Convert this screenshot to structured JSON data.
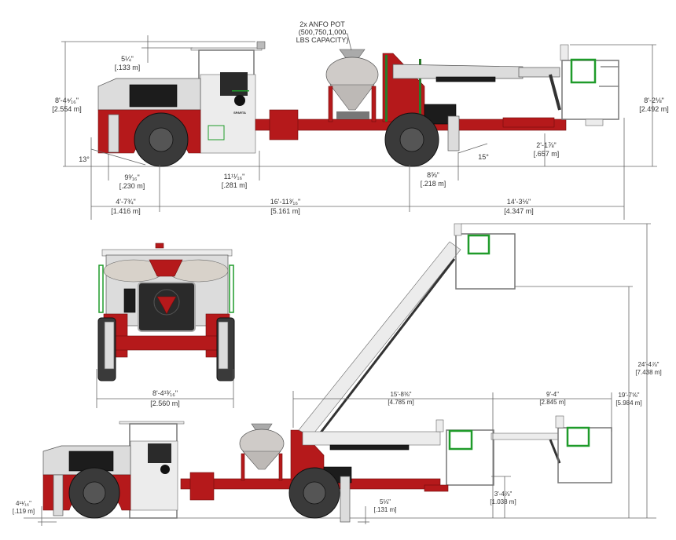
{
  "brand": "SPARTA",
  "colors": {
    "chassis_red": "#b5191b",
    "body_grey": "#dcdcdc",
    "basket_green": "#1f9b2a",
    "tire": "#3a3a3a"
  },
  "callout": {
    "line1": "2x ANFO POT",
    "line2": "(500,750,1,000",
    "line3": "LBS CAPACITY)"
  },
  "side_view": {
    "canopy_offset": {
      "imperial": "5¼\"",
      "metric": "[.133 m]"
    },
    "overall_height": {
      "imperial": "8'-4⁹⁄₁₆\"",
      "metric": "[2.554 m]"
    },
    "rear_angle": "13°",
    "rear_outrigger_clearance": {
      "imperial": "9³⁄₁₆\"",
      "metric": "[.230 m]"
    },
    "ground_clearance": {
      "imperial": "11¹¹⁄₁₆\"",
      "metric": "[.281 m]"
    },
    "rear_overhang": {
      "imperial": "4'-7¾\"",
      "metric": "[1.416 m]"
    },
    "wheelbase": {
      "imperial": "16'-11³⁄₁₆\"",
      "metric": "[5.161 m]"
    },
    "front_outrigger_clearance": {
      "imperial": "8⅝\"",
      "metric": "[.218 m]"
    },
    "front_angle": "15°",
    "boom_clearance": {
      "imperial": "2'-1⅞\"",
      "metric": "[.657 m]"
    },
    "basket_height": {
      "imperial": "8'-2⅛\"",
      "metric": "[2.492 m]"
    },
    "front_overhang": {
      "imperial": "14'-3⅛\"",
      "metric": "[4.347 m]"
    }
  },
  "front_view": {
    "overall_width": {
      "imperial": "8'-4¹³⁄₁₆\"",
      "metric": "[2.560 m]"
    }
  },
  "reach_view": {
    "horizontal_reach": {
      "imperial": "15'-8⅜\"",
      "metric": "[4.785 m]"
    },
    "extension": {
      "imperial": "9'-4\"",
      "metric": "[2.845 m]"
    },
    "horizontal_height": {
      "imperial": "19'-7⅝\"",
      "metric": "[5.984 m]"
    },
    "max_height": {
      "imperial": "24'-4⅞\"",
      "metric": "[7.438 m]"
    },
    "basket_floor_height": {
      "imperial": "3'-4⅞\"",
      "metric": "[1.038 m]"
    },
    "front_outrigger_lift": {
      "imperial": "5⅛\"",
      "metric": "[.131 m]"
    },
    "rear_outrigger_lift": {
      "imperial": "4¹¹⁄₁₆\"",
      "metric": "[.119 m]"
    }
  }
}
